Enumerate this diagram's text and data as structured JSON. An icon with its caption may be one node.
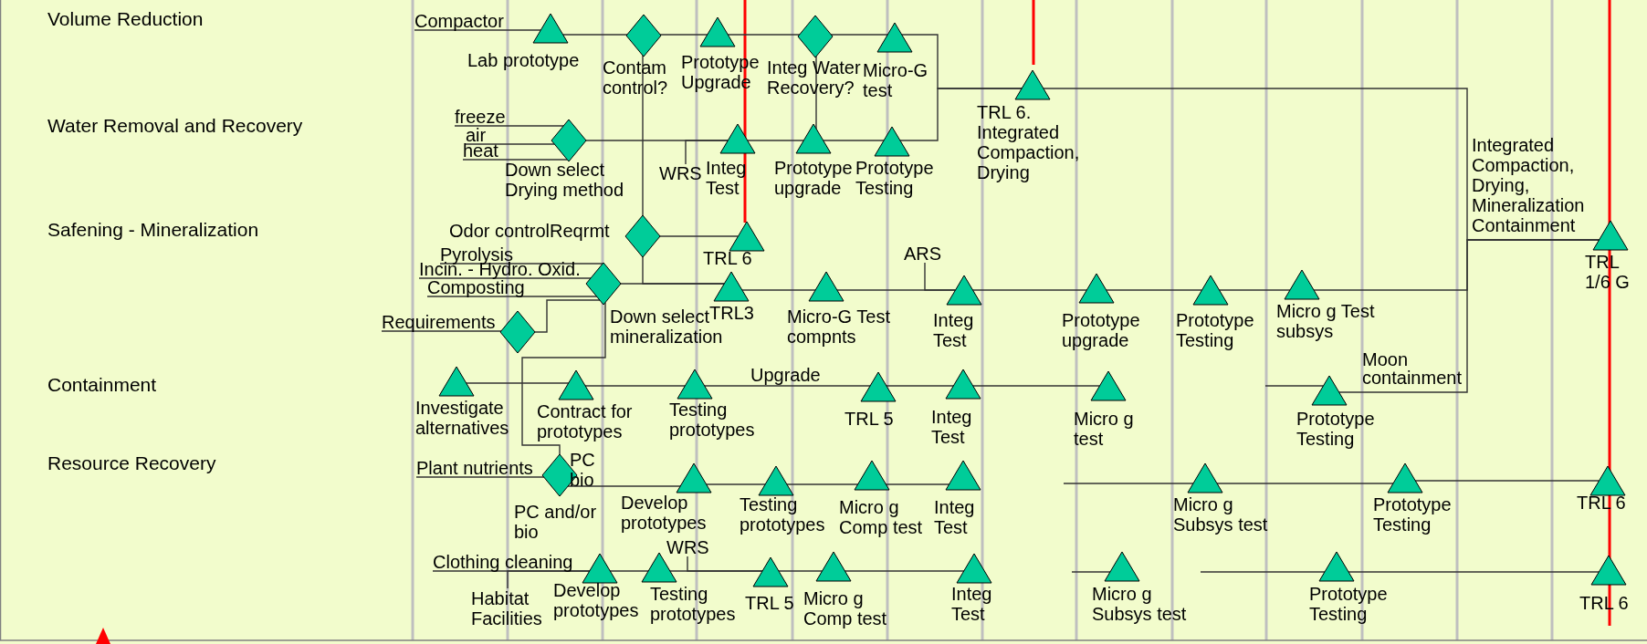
{
  "diagram": {
    "nodes": [
      {
        "text": [
          "Compactor"
        ]
      },
      {
        "text": [],
        "shape": "triangle",
        "beside": [
          "Lab prototype"
        ]
      },
      {
        "text": [],
        "shape": "diamond",
        "beside": [
          "Contam control?"
        ]
      },
      {
        "text": [],
        "shape": "triangle",
        "beside": [
          "Prototype Upgrade"
        ]
      },
      {
        "text": [],
        "shape": "diamond",
        "beside": [
          "Integ Water Recovery?"
        ]
      },
      {
        "text": [],
        "shape": "triangle",
        "beside": [
          "Micro-G test"
        ]
      },
      {
        "text": [],
        "shape": "triangle",
        "beside": [
          "TRL 6. Integrated Compaction, Drying"
        ]
      },
      {
        "text": [
          "freeze"
        ]
      },
      {
        "text": [
          "air"
        ]
      },
      {
        "text": [
          "heat"
        ]
      },
      {
        "text": [],
        "shape": "diamond",
        "beside": [
          "Down select Drying method"
        ]
      },
      {
        "text": [
          "WRS"
        ]
      },
      {
        "text": [],
        "shape": "triangle",
        "beside": [
          "Integ Test"
        ]
      },
      {
        "text": [],
        "shape": "triangle",
        "beside": [
          "Prototype upgrade"
        ]
      },
      {
        "text": [],
        "shape": "triangle",
        "beside": [
          "Prototype Testing"
        ]
      },
      {
        "text": [],
        "shape": "diamond",
        "beside": [
          "Odor controlReqrmt"
        ]
      },
      {
        "text": [],
        "shape": "triangle",
        "beside": [
          "TRL 6"
        ]
      },
      {
        "text": [
          "Pyrolysis"
        ]
      },
      {
        "text": [
          "Incin. - Hydro. Oxid."
        ]
      },
      {
        "text": [
          "Composting"
        ]
      },
      {
        "text": [],
        "shape": "diamond",
        "beside": [
          "Down select mineralization"
        ]
      },
      {
        "text": [],
        "shape": "triangle",
        "beside": [
          "TRL3"
        ]
      },
      {
        "text": [],
        "shape": "triangle",
        "beside": [
          "Micro-G Test compnts"
        ]
      },
      {
        "text": [
          "ARS"
        ]
      },
      {
        "text": [],
        "shape": "triangle",
        "beside": [
          "Integ Test"
        ]
      },
      {
        "text": [],
        "shape": "triangle",
        "beside": [
          "Prototype upgrade"
        ]
      },
      {
        "text": [],
        "shape": "triangle",
        "beside": [
          "Prototype Testing"
        ]
      },
      {
        "text": [],
        "shape": "triangle",
        "beside": [
          "Micro g Test subsys"
        ]
      },
      {
        "text": [
          "Requirements"
        ]
      },
      {
        "text": [],
        "shape": "diamond"
      },
      {
        "text": [],
        "shape": "triangle",
        "beside": [
          "TRL 1/6 G"
        ]
      },
      {
        "text": [],
        "shape": "triangle",
        "beside": [
          "Investigate alternatives"
        ]
      },
      {
        "text": [],
        "shape": "triangle",
        "beside": [
          "Contract for prototypes"
        ]
      },
      {
        "text": [],
        "shape": "triangle",
        "beside": [
          "Testing prototypes"
        ]
      },
      {
        "text": [],
        "shape": "triangle",
        "beside": [
          "TRL 5"
        ]
      },
      {
        "text": [],
        "shape": "triangle",
        "beside": [
          "Integ Test"
        ]
      },
      {
        "text": [],
        "shape": "triangle",
        "beside": [
          "Micro g test"
        ]
      },
      {
        "text": [],
        "shape": "triangle",
        "beside": [
          "Prototype Testing"
        ]
      },
      {
        "text": [
          "Plant nutrients"
        ]
      },
      {
        "text": [],
        "shape": "diamond",
        "beside": [
          "PC bio",
          "PC and/or bio"
        ]
      },
      {
        "text": [],
        "shape": "triangle",
        "beside": [
          "Develop prototypes"
        ]
      },
      {
        "text": [],
        "shape": "triangle",
        "beside": [
          "Testing prototypes"
        ]
      },
      {
        "text": [],
        "shape": "triangle",
        "beside": [
          "Micro g Comp test"
        ]
      },
      {
        "text": [],
        "shape": "triangle",
        "beside": [
          "Integ Test"
        ]
      },
      {
        "text": [],
        "shape": "triangle",
        "beside": [
          "Micro g Subsys test"
        ]
      },
      {
        "text": [],
        "shape": "triangle",
        "beside": [
          "Prototype Testing"
        ]
      },
      {
        "text": [],
        "shape": "triangle",
        "beside": [
          "TRL 6"
        ]
      },
      {
        "text": [
          "Clothing cleaning"
        ]
      },
      {
        "text": [
          "Habitat Facilities"
        ]
      },
      {
        "text": [],
        "shape": "triangle",
        "beside": [
          "Develop prototypes"
        ]
      },
      {
        "text": [
          "WRS"
        ]
      },
      {
        "text": [],
        "shape": "triangle",
        "beside": [
          "Testing prototypes"
        ]
      },
      {
        "text": [],
        "shape": "triangle",
        "beside": [
          "TRL 5"
        ]
      },
      {
        "text": [],
        "shape": "triangle",
        "beside": [
          "Micro g Comp test"
        ]
      },
      {
        "text": [],
        "shape": "triangle",
        "beside": [
          "Integ Test"
        ]
      },
      {
        "text": [],
        "shape": "triangle",
        "beside": [
          "Micro g Subsys test"
        ]
      },
      {
        "text": [],
        "shape": "triangle",
        "beside": [
          "Prototype Testing"
        ]
      },
      {
        "text": [],
        "shape": "triangle",
        "beside": [
          "TRL 6"
        ]
      }
    ],
    "edges": [
      {
        "from": 0,
        "to": 1,
        "arrow": "none"
      },
      {
        "from": 1,
        "to": 2,
        "arrow": "none"
      },
      {
        "from": 2,
        "to": 3,
        "arrow": "none"
      },
      {
        "from": 3,
        "to": 4,
        "arrow": "none"
      },
      {
        "from": 4,
        "to": 5,
        "arrow": "none"
      },
      {
        "from": 5,
        "to": 6,
        "arrow": "none"
      },
      {
        "from": 4,
        "to": 13,
        "arrow": "none"
      },
      {
        "from": 7,
        "to": 10,
        "arrow": "none"
      },
      {
        "from": 8,
        "to": 10,
        "arrow": "none"
      },
      {
        "from": 9,
        "to": 10,
        "arrow": "none"
      },
      {
        "from": 10,
        "to": 12,
        "arrow": "none"
      },
      {
        "from": 11,
        "to": 12,
        "arrow": "none"
      },
      {
        "from": 12,
        "to": 13,
        "arrow": "none"
      },
      {
        "from": 13,
        "to": 14,
        "arrow": "none"
      },
      {
        "from": 14,
        "to": 6,
        "arrow": "none"
      },
      {
        "from": 2,
        "to": 15,
        "arrow": "none"
      },
      {
        "from": 15,
        "to": 16,
        "arrow": "none"
      },
      {
        "from": 15,
        "to": 21,
        "arrow": "none"
      },
      {
        "from": 17,
        "to": 20,
        "arrow": "none"
      },
      {
        "from": 18,
        "to": 20,
        "arrow": "none"
      },
      {
        "from": 19,
        "to": 20,
        "arrow": "none"
      },
      {
        "from": 20,
        "to": 21,
        "arrow": "none"
      },
      {
        "from": 28,
        "to": 29,
        "arrow": "none"
      },
      {
        "from": 29,
        "to": 20,
        "arrow": "none"
      },
      {
        "from": 20,
        "to": 39,
        "arrow": "none"
      },
      {
        "from": 21,
        "to": 22,
        "arrow": "none"
      },
      {
        "from": 22,
        "to": 24,
        "arrow": "none"
      },
      {
        "from": 23,
        "to": 24,
        "arrow": "none"
      },
      {
        "from": 24,
        "to": 25,
        "arrow": "none"
      },
      {
        "from": 25,
        "to": 26,
        "arrow": "none"
      },
      {
        "from": 26,
        "to": 27,
        "arrow": "none"
      },
      {
        "from": 27,
        "to": 30,
        "arrow": "none"
      },
      {
        "from": 6,
        "to": 30,
        "arrow": "none"
      },
      {
        "from": 31,
        "to": 32,
        "arrow": "none"
      },
      {
        "from": 32,
        "to": 33,
        "arrow": "none"
      },
      {
        "from": 33,
        "to": 34,
        "label": "Upgrade",
        "arrow": "none"
      },
      {
        "from": 34,
        "to": 35,
        "arrow": "none"
      },
      {
        "from": 35,
        "to": 36,
        "arrow": "none"
      },
      {
        "from": null,
        "to": 37,
        "arrow": "none"
      },
      {
        "from": 37,
        "to": 30,
        "label": "Moon containment",
        "arrow": "none"
      },
      {
        "from": 38,
        "to": 39,
        "arrow": "none"
      },
      {
        "from": 39,
        "to": 40,
        "arrow": "none"
      },
      {
        "from": 40,
        "to": 41,
        "arrow": "none"
      },
      {
        "from": 41,
        "to": 42,
        "arrow": "none"
      },
      {
        "from": 42,
        "to": 43,
        "arrow": "none"
      },
      {
        "from": null,
        "to": 44,
        "arrow": "none"
      },
      {
        "from": 44,
        "to": 45,
        "arrow": "none"
      },
      {
        "from": 45,
        "to": 46,
        "arrow": "none"
      },
      {
        "from": 47,
        "to": 49,
        "arrow": "none"
      },
      {
        "from": 48,
        "to": 49,
        "arrow": "none"
      },
      {
        "from": 49,
        "to": 51,
        "arrow": "none"
      },
      {
        "from": 50,
        "to": 52,
        "arrow": "none"
      },
      {
        "from": 51,
        "to": 52,
        "arrow": "none"
      },
      {
        "from": 52,
        "to": 53,
        "arrow": "none"
      },
      {
        "from": 53,
        "to": 54,
        "arrow": "none"
      },
      {
        "from": null,
        "to": 55,
        "arrow": "none"
      },
      {
        "from": null,
        "to": 56,
        "arrow": "none"
      },
      {
        "from": 56,
        "to": 57,
        "arrow": "none"
      }
    ],
    "labels": [
      "Volume Reduction",
      "Water Removal and Recovery",
      "Safening - Mineralization",
      "Integrated Compaction, Drying, Mineralization Containment",
      "Containment",
      "Resource Recovery"
    ]
  }
}
